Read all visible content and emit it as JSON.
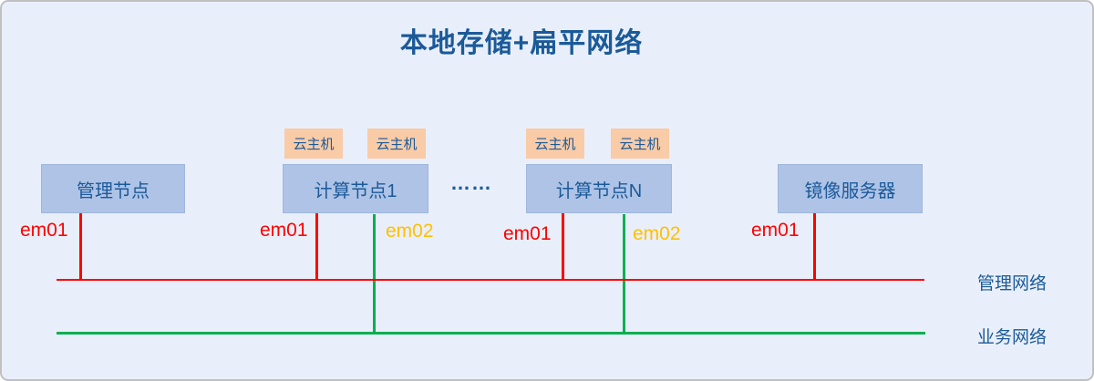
{
  "title": "本地存储+扁平网络",
  "ellipsis": "……",
  "nodes": [
    {
      "label": "管理节点"
    },
    {
      "label": "计算节点1"
    },
    {
      "label": "计算节点N"
    },
    {
      "label": "镜像服务器"
    }
  ],
  "cloud_hosts": [
    {
      "label": "云主机"
    },
    {
      "label": "云主机"
    },
    {
      "label": "云主机"
    },
    {
      "label": "云主机"
    }
  ],
  "nic_labels": [
    {
      "node": "管理节点",
      "label": "em01",
      "color": "#ff0000"
    },
    {
      "node": "计算节点1",
      "label": "em01",
      "color": "#ff0000"
    },
    {
      "node": "计算节点1",
      "label": "em02",
      "color": "#ffc000"
    },
    {
      "node": "计算节点N",
      "label": "em01",
      "color": "#ff0000"
    },
    {
      "node": "计算节点N",
      "label": "em02",
      "color": "#ffc000"
    },
    {
      "node": "镜像服务器",
      "label": "em01",
      "color": "#ff0000"
    }
  ],
  "networks": [
    {
      "label": "管理网络",
      "color": "#ff0000"
    },
    {
      "label": "业务网络",
      "color": "#00b050"
    }
  ],
  "colors": {
    "background": "#e9effa",
    "border": "#c0c0c0",
    "node_fill": "#aec3e6",
    "cloud_fill": "#f9cba6",
    "text": "#1b5a99",
    "management_line": "#ff0000",
    "business_line": "#00b050",
    "em02_label": "#ffc000"
  }
}
